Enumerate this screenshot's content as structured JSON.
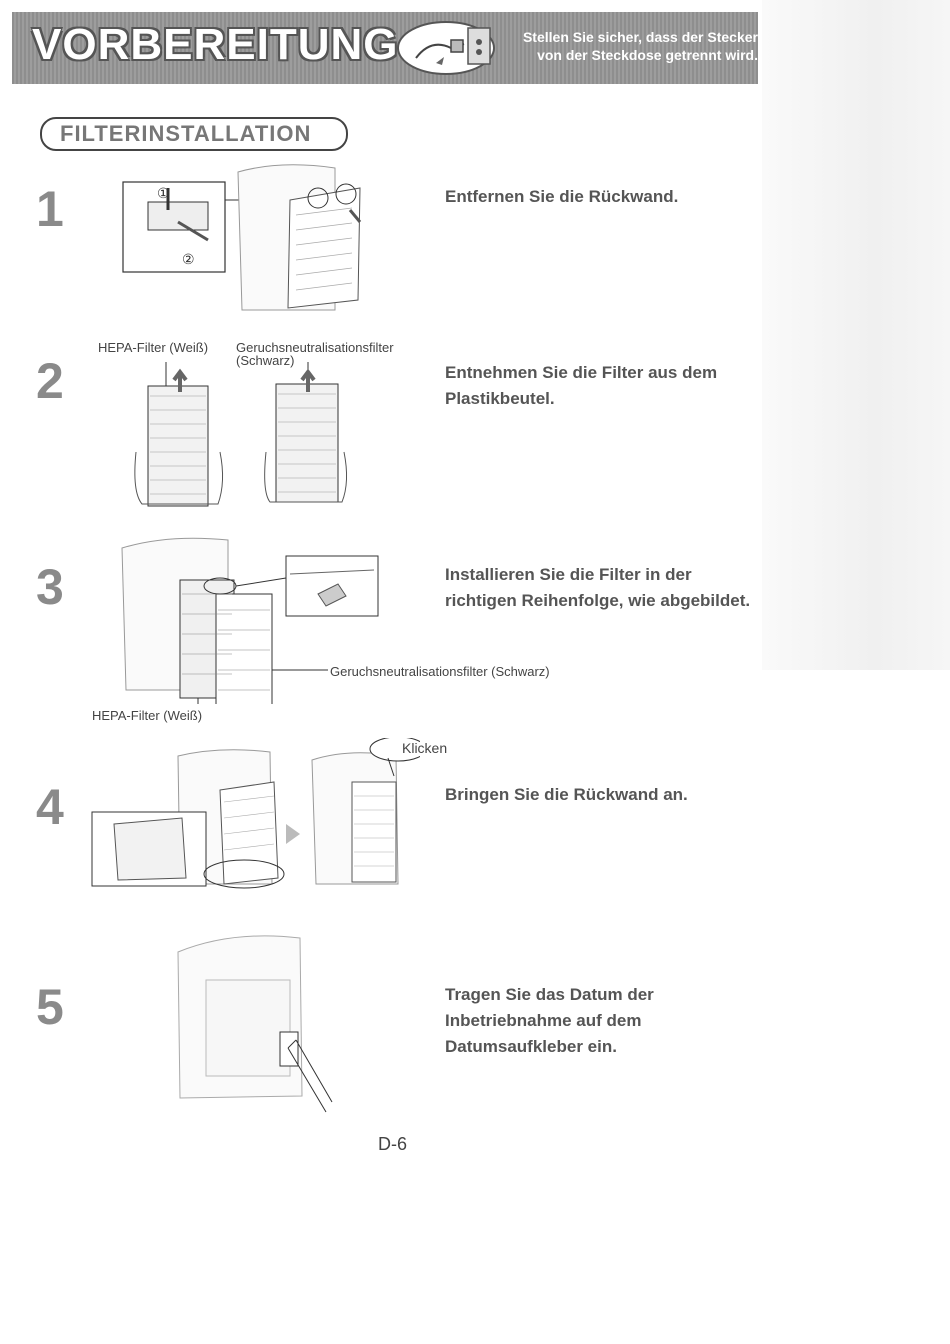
{
  "header": {
    "title": "VORBEREITUNG",
    "note_line1": "Stellen Sie sicher, dass der Stecker",
    "note_line2": "von der Steckdose getrennt wird."
  },
  "section": {
    "title": "FILTERINSTALLATION"
  },
  "steps": [
    {
      "number": "1",
      "text": "Entfernen Sie die Rückwand.",
      "marker1": "①",
      "marker2": "②"
    },
    {
      "number": "2",
      "text": "Entnehmen Sie die Filter aus dem Plastikbeutel.",
      "label_hepa": "HEPA-Filter (Weiß)",
      "label_odor_line1": "Geruchsneutralisationsfilter",
      "label_odor_line2": "(Schwarz)"
    },
    {
      "number": "3",
      "text": "Installieren Sie die Filter in der richtigen Reihenfolge, wie abgebildet.",
      "label_odor": "Geruchsneutralisationsfilter (Schwarz)",
      "label_hepa": "HEPA-Filter (Weiß)"
    },
    {
      "number": "4",
      "text": "Bringen Sie die Rückwand an.",
      "click_label": "Klicken"
    },
    {
      "number": "5",
      "text": "Tragen Sie das Datum der Inbetriebnahme auf dem Datumsaufkleber ein."
    }
  ],
  "footer": {
    "page": "D-6"
  }
}
